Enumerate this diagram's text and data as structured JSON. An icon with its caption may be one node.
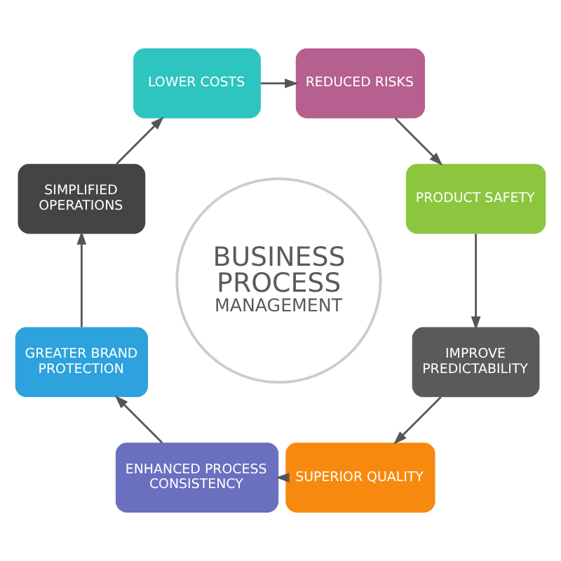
{
  "diagram": {
    "nodes": [
      {
        "text": [
          "BUSINESS PROCESS",
          "MANAGEMENT"
        ]
      },
      {
        "text": [
          "LOWER COSTS"
        ]
      },
      {
        "text": [
          "REDUCED RISKS"
        ]
      },
      {
        "text": [
          "PRODUCT SAFETY"
        ]
      },
      {
        "text": [
          "IMPROVE PREDICTABILITY"
        ]
      },
      {
        "text": [
          "SUPERIOR QUALITY"
        ]
      },
      {
        "text": [
          "ENHANCED PROCESS CONSISTENCY"
        ]
      },
      {
        "text": [
          "GREATER BRAND PROTECTION"
        ]
      },
      {
        "text": [
          "SIMPLIFIED OPERATIONS"
        ]
      }
    ],
    "edges": [
      {
        "from": 1,
        "to": 2,
        "arrow": "to"
      },
      {
        "from": 2,
        "to": 3,
        "arrow": "to"
      },
      {
        "from": 3,
        "to": 4,
        "arrow": "to"
      },
      {
        "from": 4,
        "to": 5,
        "arrow": "to"
      },
      {
        "from": 5,
        "to": 6,
        "arrow": "to"
      },
      {
        "from": 6,
        "to": 7,
        "arrow": "to"
      },
      {
        "from": 7,
        "to": 8,
        "arrow": "to"
      },
      {
        "from": 8,
        "to": 1,
        "arrow": "to"
      }
    ]
  }
}
